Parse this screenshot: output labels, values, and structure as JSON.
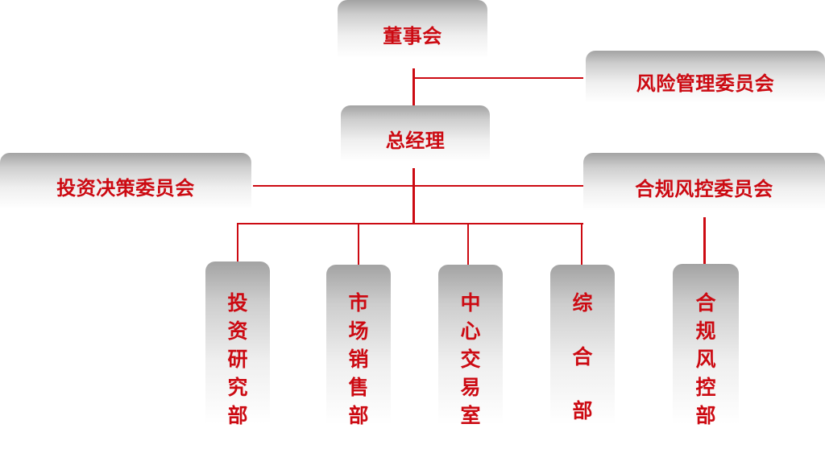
{
  "nodes": {
    "board": "董事会",
    "risk_committee": "风险管理委员会",
    "general_manager": "总经理",
    "investment_committee": "投资决策委员会",
    "compliance_committee": "合规风控委员会",
    "investment_research": "投资研究部",
    "marketing_sales": "市场销售部",
    "central_trading": "中心交易室",
    "general_affairs": "综合部",
    "compliance_risk": "合规风控部"
  },
  "colors": {
    "accent": "#cc0a12",
    "box_top": "#a3a3a3",
    "box_bottom": "#ffffff"
  }
}
